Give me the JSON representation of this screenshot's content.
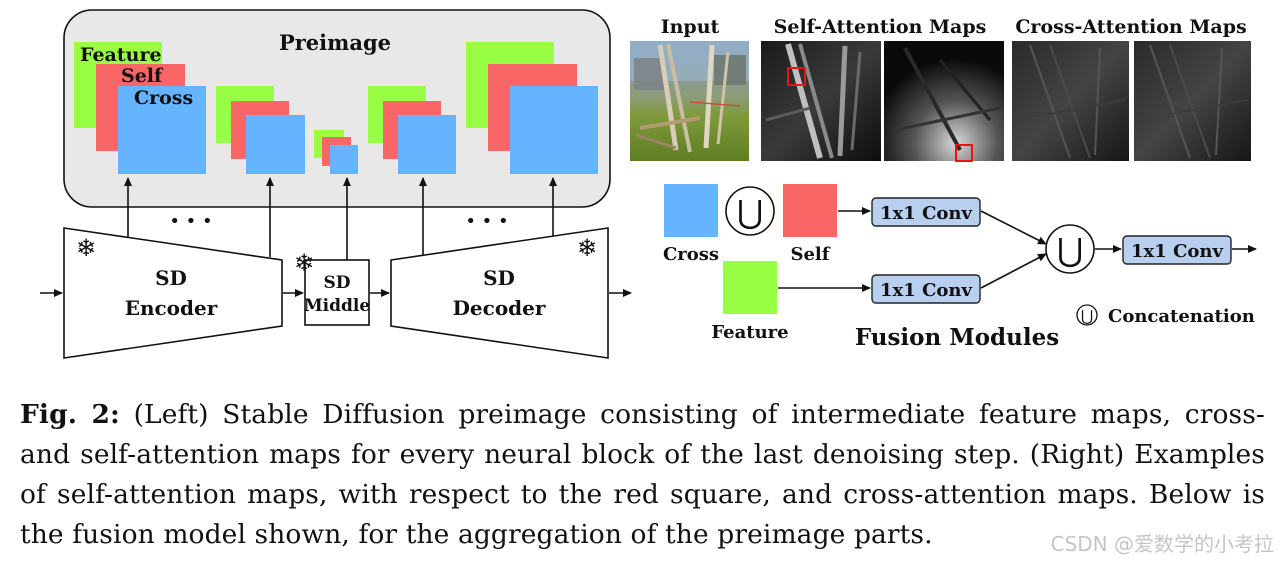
{
  "preimage": {
    "title": "Preimage",
    "label_feature": "Feature",
    "label_self": "Self",
    "label_cross": "Cross",
    "ellipsis": "• • •"
  },
  "pipeline": {
    "encoder_line1": "SD",
    "encoder_line2": "Encoder",
    "middle_line1": "SD",
    "middle_line2": "Middle",
    "decoder_line1": "SD",
    "decoder_line2": "Decoder",
    "freeze_glyph": "❄"
  },
  "examples": {
    "input_title": "Input",
    "self_title": "Self-Attention Maps",
    "cross_title": "Cross-Attention Maps"
  },
  "fusion": {
    "cross_label": "Cross",
    "self_label": "Self",
    "feature_label": "Feature",
    "conv_label": "1x1 Conv",
    "union_glyph": "⋃",
    "concat_legend": "Concatenation",
    "title": "Fusion Modules"
  },
  "caption": {
    "fig_label": "Fig. 2:",
    "text": "(Left) Stable Diffusion preimage consisting of intermediate feature maps, cross- and self-attention maps for every neural block of the last denoising step. (Right) Examples of self-attention maps, with respect to the red square, and cross-attention maps. Below is the fusion model shown, for the aggregation of the preimage parts."
  },
  "watermark": "CSDN @爱数学的小考拉",
  "colors": {
    "feature": "#99ff44",
    "self": "#f86666",
    "cross": "#66b3ff",
    "conv_box": "#b8cff0",
    "preimage_bg": "#e8e8e8"
  }
}
